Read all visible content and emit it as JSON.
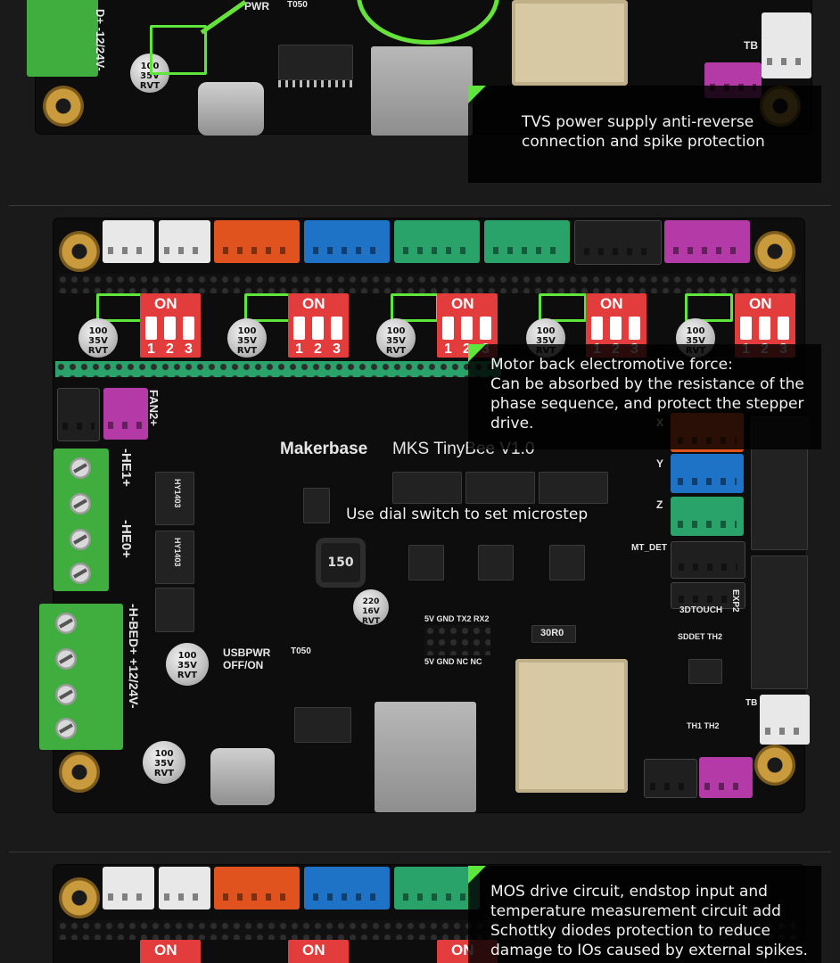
{
  "section1": {
    "callout": "TVS power supply anti-reverse\nconnection and spike protection",
    "board": {
      "silk_power": "D+ -12/24V-",
      "cap_label": "100\n35V\nRVT",
      "silk_pwr": "PWR",
      "silk_tb": "TB",
      "silk_t050": "T050"
    }
  },
  "section2": {
    "callout": "Motor back electromotive force:\nCan be absorbed by the resistance of the\nphase sequence, and protect the stepper\ndrive.",
    "mid_label": "Use dial switch to set microstep",
    "dip": {
      "on": "ON",
      "n1": "1",
      "n2": "2",
      "n3": "3"
    },
    "cap_label": "100\n35V\nRVT",
    "board": {
      "brand": "Makerbase",
      "model": "MKS TinyBee V1.0",
      "fan2": "FAN2+",
      "he1": "-HE1+",
      "he0": "-HE0+",
      "bed": "-H-BED+ +12/24V-",
      "usbpwr": "USBPWR\nOFF/ON",
      "mt_det": "MT_DET",
      "touch": "3DTOUCH",
      "exp2": "EXP2",
      "serial_top": "5V GND TX2 RX2",
      "serial_bottom": "5V GND NC NC",
      "sdet": "SDDET TH2",
      "th": "TH1  TH2",
      "tb": "TB",
      "r30": "30R0",
      "x": "X",
      "y": "Y",
      "z": "Z",
      "ind": "150",
      "cap2": "220\n16V\nRVT",
      "t050": "T050",
      "mosfet1": "HY1403",
      "mosfet2": "HY1403"
    }
  },
  "section3": {
    "callout": "MOS drive circuit, endstop input and\ntemperature measurement circuit add\nSchottky diodes protection to reduce\ndamage to IOs caused by external spikes.",
    "dip_on": "ON"
  },
  "colors": {
    "accent_green": "#5ee63c",
    "background": "#1a1a1a",
    "dip_red": "#e33c3c"
  }
}
